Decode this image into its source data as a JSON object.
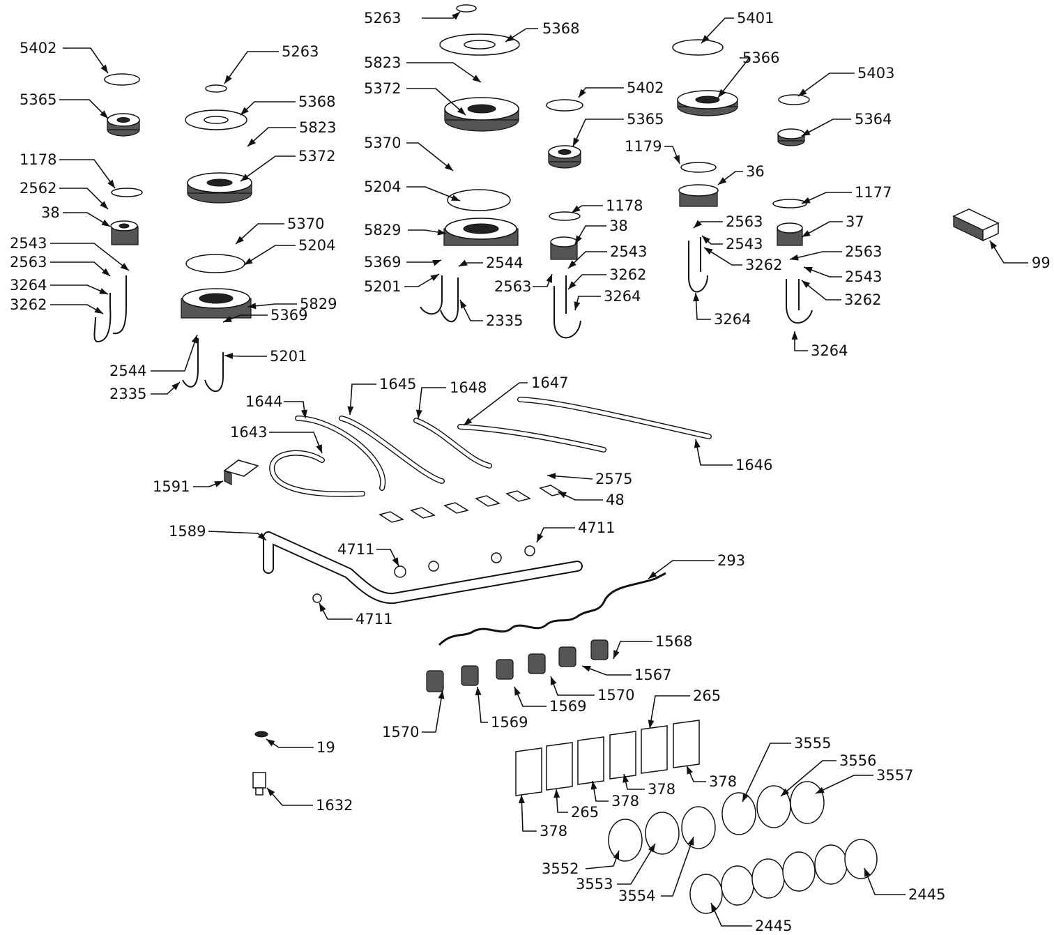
{
  "labels": [
    "5263",
    "5368",
    "5823",
    "5372",
    "5370",
    "5204",
    "5829",
    "5369",
    "2544",
    "5201",
    "2335",
    "5401",
    "5366",
    "5403",
    "5364",
    "1179",
    "36",
    "1177",
    "2563",
    "2543",
    "3262",
    "3264",
    "37",
    "99",
    "5402",
    "5365",
    "1178",
    "38",
    "2562",
    "1645",
    "1648",
    "1647",
    "1644",
    "1643",
    "1646",
    "1591",
    "2575",
    "48",
    "1589",
    "4711",
    "293",
    "1568",
    "1567",
    "1570",
    "1569",
    "265",
    "378",
    "3555",
    "3556",
    "3557",
    "3552",
    "3553",
    "3554",
    "2445",
    "19",
    "1632"
  ]
}
